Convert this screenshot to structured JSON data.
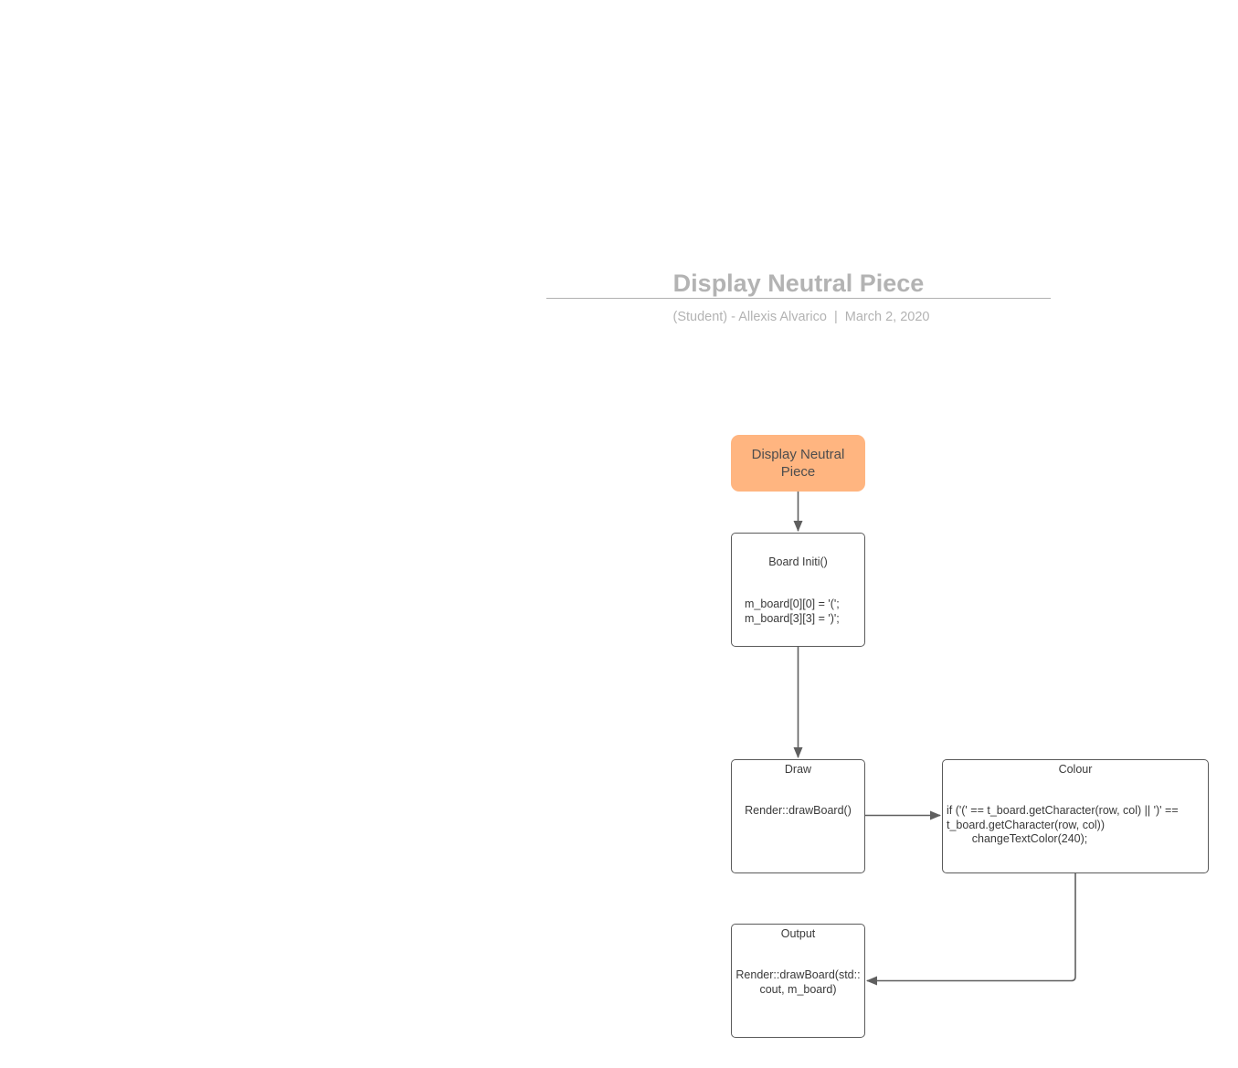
{
  "header": {
    "title": "Display Neutral Piece",
    "subtitle": "(Student) - Allexis Alvarico  |  March 2, 2020"
  },
  "nodes": {
    "start": {
      "label": "Display Neutral Piece",
      "fill": "#ffb580"
    },
    "board_init": {
      "title": "Board Initi()",
      "body": "m_board[0][0] = '(';\nm_board[3][3] = ')';"
    },
    "draw": {
      "title": "Draw",
      "body": "Render::drawBoard()"
    },
    "colour": {
      "title": "Colour",
      "body": "if ('(' == t_board.getCharacter(row, col) || ')' ==\nt_board.getCharacter(row, col))\n        changeTextColor(240);"
    },
    "output": {
      "title": "Output",
      "body": "Render::drawBoard(std::\ncout, m_board)"
    }
  },
  "edges": [
    {
      "from": "start",
      "to": "board_init"
    },
    {
      "from": "board_init",
      "to": "draw"
    },
    {
      "from": "draw",
      "to": "colour"
    },
    {
      "from": "colour",
      "to": "output"
    }
  ],
  "colors": {
    "title_text": "#b3b3b3",
    "node_border": "#5a5a5a",
    "connector": "#5f5f5f"
  }
}
